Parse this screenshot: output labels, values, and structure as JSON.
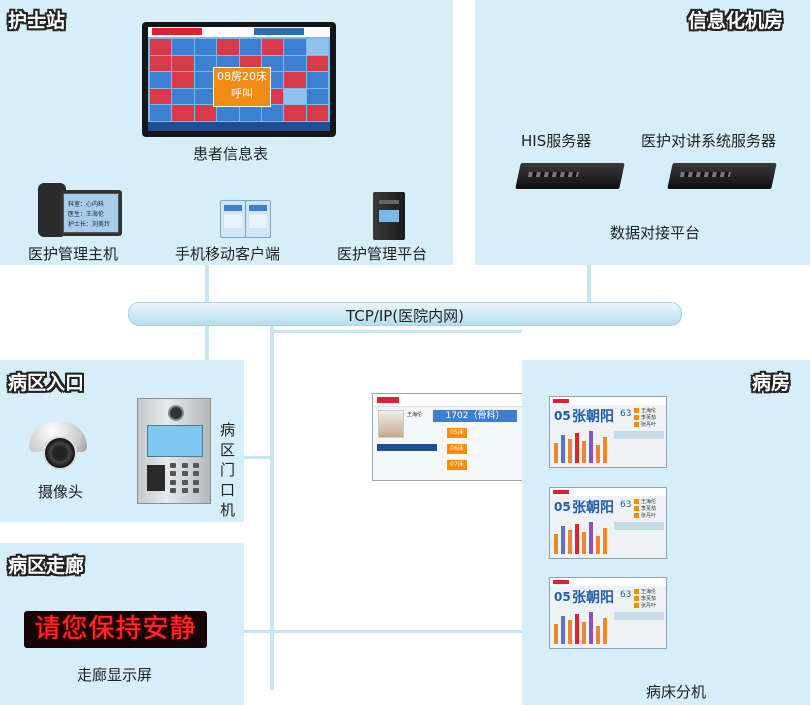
{
  "panels": {
    "nurse_station": "护士站",
    "it_room": "信息化机房",
    "ward_entrance": "病区入口",
    "ward": "病房",
    "corridor": "病区走廊"
  },
  "devices": {
    "patient_board": "患者信息表",
    "care_host": "医护管理主机",
    "mobile_client": "手机移动客户端",
    "care_platform": "医护管理平台",
    "his_server": "HIS服务器",
    "intercom_server": "医护对讲系统服务器",
    "data_platform": "数据对接平台",
    "camera": "摄像头",
    "door_unit": "病区门口机",
    "corridor_display": "走廊显示屏",
    "bed_unit": "病床分机"
  },
  "network": "TCP/IP(医院内网)",
  "screen_callout": {
    "line1": "08房20床",
    "line2": "呼叫"
  },
  "led_text": "请您保持安静",
  "host_screen": {
    "line1": "科室：心内科",
    "line2": "医生：王海伦",
    "line3": "护士长：刘美玲"
  },
  "door_terminal": {
    "room": "1702（骨科）",
    "doctor_name": "王海伦",
    "beds": [
      "05床",
      "06床",
      "07床"
    ]
  },
  "bed_unit": {
    "bed_no": "05",
    "patient": "张朝阳",
    "age": "63",
    "staff": [
      "王海伦",
      "李芙茄",
      "张丹叶"
    ]
  },
  "colors": {
    "panel_bg": "#d6eef7",
    "bus": "#c9e7f3",
    "callout": "#f18c12",
    "led": "#ff2b2b",
    "title_blue": "#1f5da8"
  }
}
